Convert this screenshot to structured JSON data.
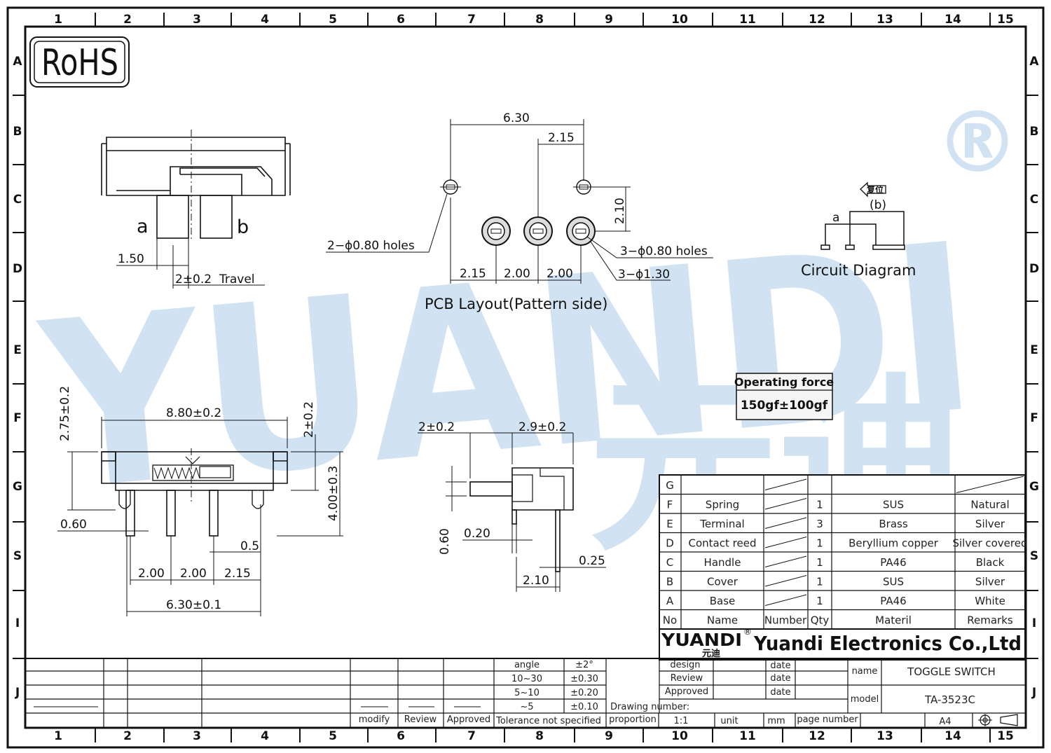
{
  "frame": {
    "columns": [
      "1",
      "2",
      "3",
      "4",
      "5",
      "6",
      "7",
      "8",
      "9",
      "10",
      "11",
      "12",
      "13",
      "14",
      "15"
    ],
    "rows": [
      "A",
      "B",
      "C",
      "D",
      "E",
      "F",
      "G",
      "S",
      "I",
      "J"
    ]
  },
  "watermark": {
    "text": "YUANDI",
    "cjk": "元迪",
    "mark": "®"
  },
  "rohs": "RoHS",
  "side_view": {
    "label_a": "a",
    "label_b": "b",
    "dim_pitch": "1.50",
    "dim_travel": "2±0.2",
    "travel_label": "Travel"
  },
  "pcb": {
    "dim_total": "6.30",
    "dim_top": "2.15",
    "dim_height": "2.10",
    "label_holes_small": "2−ϕ0.80  holes",
    "label_holes_3": "3−ϕ0.80  holes",
    "label_pad": "3−ϕ1.30",
    "dim_a": "2.15",
    "dim_b": "2.00",
    "dim_c": "2.00",
    "title": "PCB  Layout(Pattern  side)"
  },
  "circuit": {
    "tag": "复位",
    "b": "(b)",
    "a": "a",
    "title": "Circuit  Diagram"
  },
  "operating_force": {
    "label": "Operating force",
    "value": "150gf±100gf"
  },
  "front_view": {
    "dim_height": "2.75±0.2",
    "dim_width": "8.80±0.2",
    "dim_top": "2±0.2",
    "dim_right": "4.00±0.3",
    "dim_pin": "0.60",
    "dim_gap": "0.5",
    "dim_p1": "2.00",
    "dim_p2": "2.00",
    "dim_p3": "2.15",
    "dim_total": "6.30±0.1"
  },
  "end_view": {
    "dim_knob": "2±0.2",
    "dim_body": "2.9±0.2",
    "dim_thick": "0.60",
    "dim_pin": "0.20",
    "dim_pin2": "0.25",
    "dim_len": "2.10"
  },
  "bom": {
    "rows": [
      {
        "no": "G",
        "name": "",
        "number": "",
        "qty": "",
        "material": "",
        "remarks": ""
      },
      {
        "no": "F",
        "name": "Spring",
        "number": "",
        "qty": "1",
        "material": "SUS",
        "remarks": "Natural"
      },
      {
        "no": "E",
        "name": "Terminal",
        "number": "",
        "qty": "3",
        "material": "Brass",
        "remarks": "Silver"
      },
      {
        "no": "D",
        "name": "Contact reed",
        "number": "",
        "qty": "1",
        "material": "Beryllium copper",
        "remarks": "Silver covered"
      },
      {
        "no": "C",
        "name": "Handle",
        "number": "",
        "qty": "1",
        "material": "PA46",
        "remarks": "Black"
      },
      {
        "no": "B",
        "name": "Cover",
        "number": "",
        "qty": "1",
        "material": "SUS",
        "remarks": "Silver"
      },
      {
        "no": "A",
        "name": "Base",
        "number": "",
        "qty": "1",
        "material": "PA46",
        "remarks": "White"
      }
    ],
    "headers": {
      "no": "No",
      "name": "Name",
      "number": "Number",
      "qty": "Qty",
      "material": "Materil",
      "remarks": "Remarks"
    }
  },
  "company": {
    "logo": "YUANDI",
    "logo_cjk": "元迪",
    "logo_mark": "®",
    "name": "Yuandi Electronics Co.,Ltd"
  },
  "titleblock": {
    "tolerance": [
      {
        "range": "angle",
        "tol": "±2°"
      },
      {
        "range": "10~30",
        "tol": "±0.30"
      },
      {
        "range": "5~10",
        "tol": "±0.20"
      },
      {
        "range": "~5",
        "tol": "±0.10"
      }
    ],
    "tol_label": "Tolerance not specified",
    "modify": "modify",
    "review": "Review",
    "approved": "Approved",
    "design": "design",
    "review2": "Review",
    "approved2": "Approved",
    "date1": "date",
    "date2": "date",
    "date3": "date",
    "drawing_number": "Drawing number:",
    "proportion": "proportion",
    "scale": "1:1",
    "unit": "unit",
    "mm": "mm",
    "page_number": "page number",
    "name_label": "name",
    "name_value": "TOGGLE SWITCH",
    "model_label": "model",
    "model_value": "TA-3523C",
    "size": "A4"
  }
}
